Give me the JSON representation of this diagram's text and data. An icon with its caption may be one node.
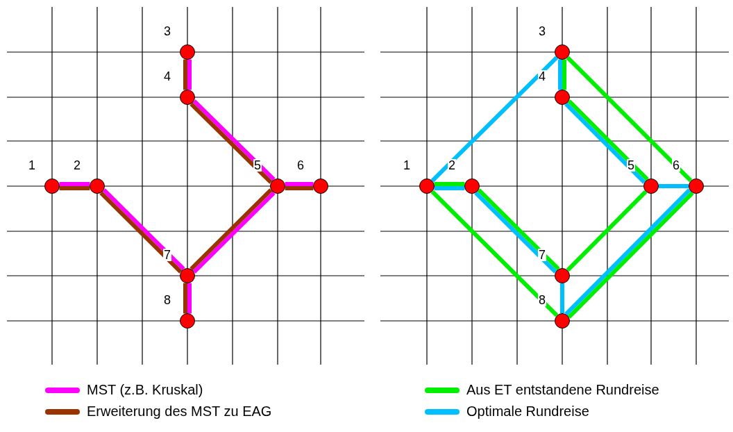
{
  "diagram": {
    "nodes": [
      {
        "text": [],
        "shape": "circle",
        "beside": [
          "1"
        ]
      },
      {
        "text": [],
        "shape": "circle",
        "beside": [
          "2"
        ]
      },
      {
        "text": [],
        "shape": "circle",
        "beside": [
          "3"
        ]
      },
      {
        "text": [],
        "shape": "circle",
        "beside": [
          "4"
        ]
      },
      {
        "text": [],
        "shape": "circle",
        "beside": [
          "5"
        ]
      },
      {
        "text": [],
        "shape": "circle",
        "beside": [
          "6"
        ]
      },
      {
        "text": [],
        "shape": "circle",
        "beside": [
          "7"
        ]
      },
      {
        "text": [],
        "shape": "circle",
        "beside": [
          "8"
        ]
      },
      {
        "text": [],
        "shape": "circle",
        "beside": [
          "1"
        ]
      },
      {
        "text": [],
        "shape": "circle",
        "beside": [
          "2"
        ]
      },
      {
        "text": [],
        "shape": "circle",
        "beside": [
          "3"
        ]
      },
      {
        "text": [],
        "shape": "circle",
        "beside": [
          "4"
        ]
      },
      {
        "text": [],
        "shape": "circle",
        "beside": [
          "5"
        ]
      },
      {
        "text": [],
        "shape": "circle",
        "beside": [
          "6"
        ]
      },
      {
        "text": [],
        "shape": "circle",
        "beside": [
          "7"
        ]
      },
      {
        "text": [],
        "shape": "circle",
        "beside": [
          "8"
        ]
      }
    ],
    "edges": [
      {
        "from": 0,
        "to": 1,
        "arrow": "none",
        "color": "#ff00ff"
      },
      {
        "from": 1,
        "to": 6,
        "arrow": "none",
        "color": "#ff00ff"
      },
      {
        "from": 6,
        "to": 7,
        "arrow": "none",
        "color": "#ff00ff"
      },
      {
        "from": 2,
        "to": 3,
        "arrow": "none",
        "color": "#ff00ff"
      },
      {
        "from": 3,
        "to": 4,
        "arrow": "none",
        "color": "#ff00ff"
      },
      {
        "from": 4,
        "to": 5,
        "arrow": "none",
        "color": "#ff00ff"
      },
      {
        "from": 4,
        "to": 6,
        "arrow": "none",
        "color": "#ff00ff"
      },
      {
        "from": 0,
        "to": 1,
        "arrow": "none",
        "color": "#993300"
      },
      {
        "from": 1,
        "to": 6,
        "arrow": "none",
        "color": "#993300"
      },
      {
        "from": 6,
        "to": 7,
        "arrow": "none",
        "color": "#993300"
      },
      {
        "from": 2,
        "to": 3,
        "arrow": "none",
        "color": "#993300"
      },
      {
        "from": 3,
        "to": 4,
        "arrow": "none",
        "color": "#993300"
      },
      {
        "from": 4,
        "to": 5,
        "arrow": "none",
        "color": "#993300"
      },
      {
        "from": 4,
        "to": 6,
        "arrow": "none",
        "color": "#993300"
      },
      {
        "from": 8,
        "to": 9,
        "arrow": "none",
        "color": "#00ee00"
      },
      {
        "from": 9,
        "to": 14,
        "arrow": "none",
        "color": "#00ee00"
      },
      {
        "from": 14,
        "to": 12,
        "arrow": "none",
        "color": "#00ee00"
      },
      {
        "from": 12,
        "to": 11,
        "arrow": "none",
        "color": "#00ee00"
      },
      {
        "from": 11,
        "to": 10,
        "arrow": "none",
        "color": "#00ee00"
      },
      {
        "from": 10,
        "to": 13,
        "arrow": "none",
        "color": "#00ee00"
      },
      {
        "from": 13,
        "to": 15,
        "arrow": "none",
        "color": "#00ee00"
      },
      {
        "from": 15,
        "to": 8,
        "arrow": "none",
        "color": "#00ee00"
      },
      {
        "from": 8,
        "to": 10,
        "arrow": "none",
        "color": "#00bfff"
      },
      {
        "from": 10,
        "to": 11,
        "arrow": "none",
        "color": "#00bfff"
      },
      {
        "from": 11,
        "to": 12,
        "arrow": "none",
        "color": "#00bfff"
      },
      {
        "from": 12,
        "to": 13,
        "arrow": "none",
        "color": "#00bfff"
      },
      {
        "from": 13,
        "to": 15,
        "arrow": "none",
        "color": "#00bfff"
      },
      {
        "from": 15,
        "to": 14,
        "arrow": "none",
        "color": "#00bfff"
      },
      {
        "from": 14,
        "to": 9,
        "arrow": "none",
        "color": "#00bfff"
      },
      {
        "from": 9,
        "to": 8,
        "arrow": "none",
        "color": "#00bfff"
      }
    ],
    "legend": [
      {
        "text": "MST (z.B. Kruskal)",
        "color": "#ff00ff"
      },
      {
        "text": "Erweiterung des MST zu EAG",
        "color": "#993300"
      },
      {
        "text": "Aus ET entstandene Rundreise",
        "color": "#00ee00"
      },
      {
        "text": "Optimale Rundreise",
        "color": "#00bfff"
      }
    ]
  }
}
